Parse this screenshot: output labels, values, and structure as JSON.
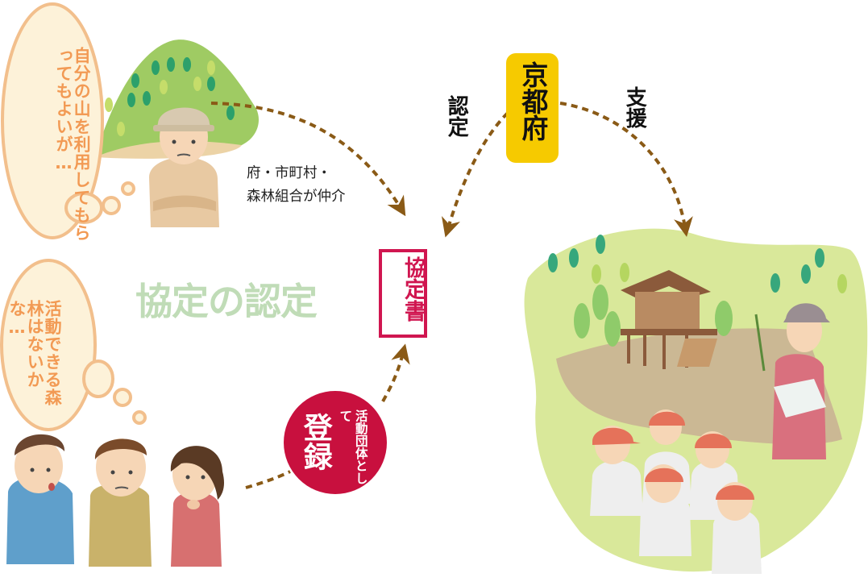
{
  "bubbles": {
    "owner_thought": "自分の山を利用してもらってもよいが…",
    "group_thought": "活動できる森林はないかな…"
  },
  "labels": {
    "kyoto": "京都府",
    "nintei": "認定",
    "shien": "支援",
    "mediator_line1": "府・市町村・",
    "mediator_line2": "森林組合が仲介",
    "kyoteisho": "協定書",
    "title": "協定の認定",
    "register_big": "登録",
    "register_small": "活動団体として"
  },
  "colors": {
    "bubble_fill": "#fdf2d9",
    "bubble_stroke": "#f2bf8c",
    "bubble_text": "#f29a54",
    "arrow": "#8a5a16",
    "kyoto_box": "#f6ca00",
    "kyotei_border": "#d01650",
    "register_circle": "#c8103e",
    "title_green": "#c0dcb7"
  }
}
